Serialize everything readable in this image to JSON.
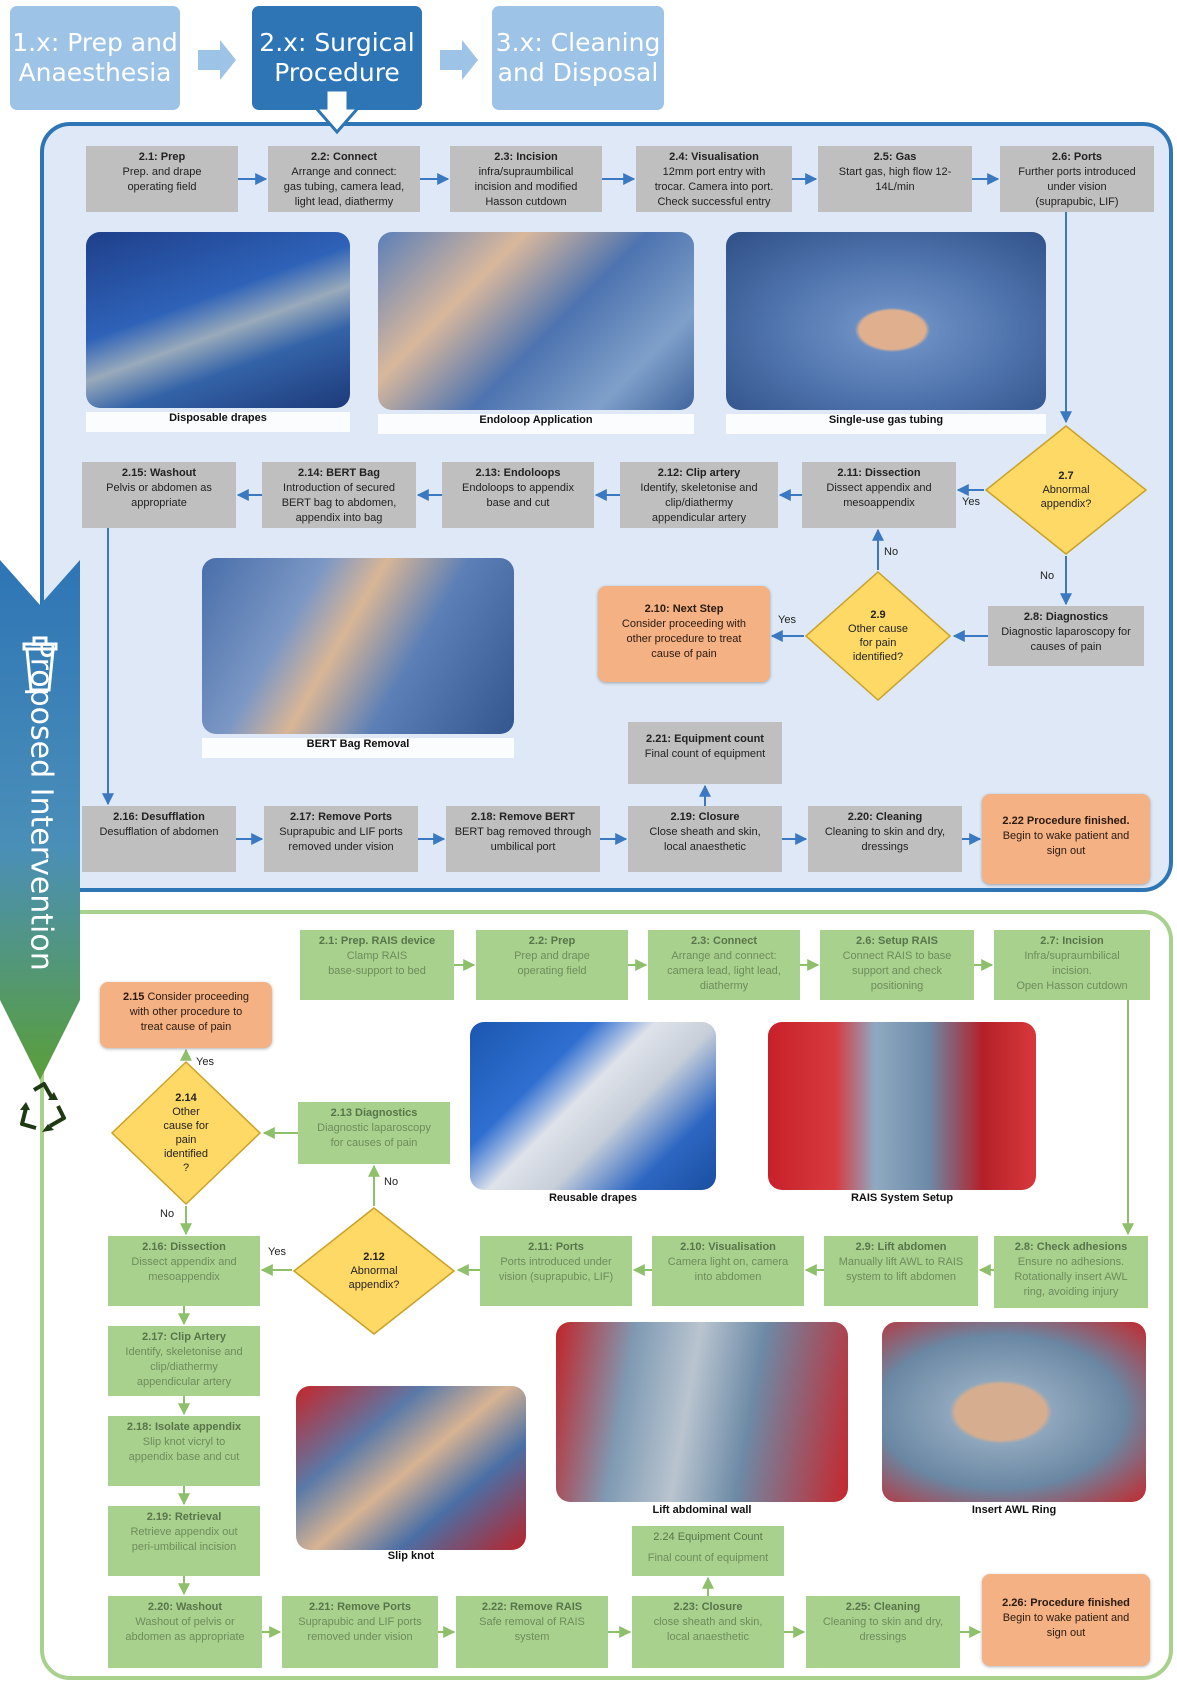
{
  "header": {
    "step1": "1.x: Prep and\nAnaesthesia",
    "step2": "2.x: Surgical\nProcedure",
    "step3": "3.x: Cleaning\nand Disposal"
  },
  "side_label": "Proposed Intervention",
  "blue": {
    "b21": {
      "title": "2.1: Prep",
      "text": "Prep. and drape\noperating field"
    },
    "b22": {
      "title": "2.2: Connect",
      "text": "Arrange and connect:\ngas tubing, camera lead,\nlight lead, diathermy"
    },
    "b23": {
      "title": "2.3: Incision",
      "text": "infra/supraumbilical\nincision and modified\nHasson cutdown"
    },
    "b24": {
      "title": "2.4: Visualisation",
      "text": "12mm port entry with\ntrocar. Camera into port.\nCheck successful entry"
    },
    "b25": {
      "title": "2.5: Gas",
      "text": "Start gas, high flow 12-\n14L/min"
    },
    "b26": {
      "title": "2.6: Ports",
      "text": "Further ports introduced\nunder vision\n(suprapubic, LIF)"
    },
    "d27": {
      "title": "2.7",
      "text": "Abnormal\nappendix?"
    },
    "b28": {
      "title": "2.8: Diagnostics",
      "text": "Diagnostic laparoscopy for\ncauses of pain"
    },
    "d29": {
      "title": "2.9",
      "text": "Other cause\nfor pain\nidentified?"
    },
    "b210": {
      "title": "2.10: Next Step",
      "text": "Consider proceeding with\nother procedure to treat\ncause of pain"
    },
    "b211": {
      "title": "2.11: Dissection",
      "text": "Dissect appendix and\nmesoappendix"
    },
    "b212": {
      "title": "2.12: Clip artery",
      "text": "Identify, skeletonise and\nclip/diathermy\nappendicular artery"
    },
    "b213": {
      "title": "2.13: Endoloops",
      "text": "Endoloops to appendix\nbase and cut"
    },
    "b214": {
      "title": "2.14: BERT Bag",
      "text": "Introduction of secured\nBERT bag to abdomen,\nappendix into bag"
    },
    "b215": {
      "title": "2.15: Washout",
      "text": "Pelvis or abdomen as\nappropriate"
    },
    "b216": {
      "title": "2.16: Desufflation",
      "text": "Desufflation of abdomen"
    },
    "b217": {
      "title": "2.17: Remove Ports",
      "text": "Suprapubic and LIF ports\nremoved under vision"
    },
    "b218": {
      "title": "2.18: Remove BERT",
      "text": "BERT bag removed through\numbilical port"
    },
    "b219": {
      "title": "2.19: Closure",
      "text": "Close sheath and skin,\nlocal anaesthetic"
    },
    "b220": {
      "title": "2.20: Cleaning",
      "text": "Cleaning to skin and dry,\ndressings"
    },
    "b221": {
      "title": "2.21: Equipment count",
      "text": "Final count of equipment"
    },
    "b222": {
      "title": "2.22 Procedure finished.",
      "text": "Begin to wake patient and\nsign out"
    },
    "photos": {
      "p1": "Disposable drapes",
      "p2": "Endoloop Application",
      "p3": "Single-use gas tubing",
      "p4": "BERT Bag Removal"
    },
    "labels": {
      "yes1": "Yes",
      "no1": "No",
      "no2": "No",
      "yes2": "Yes"
    }
  },
  "green": {
    "g21": {
      "title": "2.1: Prep. RAIS device",
      "text": "Clamp RAIS\nbase-support to bed"
    },
    "g22": {
      "title": "2.2: Prep",
      "text": "Prep and drape\noperating field"
    },
    "g23": {
      "title": "2.3: Connect",
      "text": "Arrange and connect:\ncamera lead, light lead,\ndiathermy"
    },
    "g26": {
      "title": "2.6: Setup RAIS",
      "text": "Connect RAIS to base\nsupport and check\npositioning"
    },
    "g27": {
      "title": "2.7: Incision",
      "text": "Infra/supraumbilical\nincision.\nOpen Hasson cutdown"
    },
    "g28": {
      "title": "2.8: Check adhesions",
      "text": "Ensure no adhesions.\nRotationally insert AWL\nring, avoiding injury"
    },
    "g29": {
      "title": "2.9: Lift abdomen",
      "text": "Manually lift AWL to RAIS\nsystem to lift abdomen"
    },
    "g210": {
      "title": "2.10: Visualisation",
      "text": "Camera light on, camera\ninto abdomen"
    },
    "g211": {
      "title": "2.11: Ports",
      "text": "Ports introduced under\nvision (suprapubic, LIF)"
    },
    "d212": {
      "title": "2.12",
      "text": "Abnormal\nappendix?"
    },
    "g213": {
      "title": "2.13 Diagnostics",
      "text": "Diagnostic laparoscopy\nfor causes of pain"
    },
    "d214": {
      "title": "2.14",
      "text": "Other\ncause for\npain\nidentified\n?"
    },
    "g215": {
      "title": "2.15",
      "text": "Consider proceeding\nwith other procedure to\ntreat cause of pain"
    },
    "g216": {
      "title": "2.16: Dissection",
      "text": "Dissect appendix and\nmesoappendix"
    },
    "g217": {
      "title": "2.17: Clip Artery",
      "text": "Identify, skeletonise and\nclip/diathermy\nappendicular artery"
    },
    "g218": {
      "title": "2.18: Isolate appendix",
      "text": "Slip knot vicryl to\nappendix base and cut"
    },
    "g219": {
      "title": "2.19: Retrieval",
      "text": "Retrieve appendix out\nperi-umbilical incision"
    },
    "g220": {
      "title": "2.20: Washout",
      "text": "Washout of pelvis or\nabdomen as appropriate"
    },
    "g221": {
      "title": "2.21: Remove Ports",
      "text": "Suprapubic and LIF ports\nremoved under vision"
    },
    "g222": {
      "title": "2.22: Remove RAIS",
      "text": "Safe removal of RAIS\nsystem"
    },
    "g223": {
      "title": "2.23: Closure",
      "text": "close sheath and skin,\nlocal anaesthetic"
    },
    "g224": {
      "title": "2.24 Equipment Count",
      "text": "Final count of equipment"
    },
    "g225": {
      "title": "2.25: Cleaning",
      "text": "Cleaning to skin and dry,\ndressings"
    },
    "g226": {
      "title": "2.26: Procedure finished",
      "text": "Begin to wake patient and\nsign out"
    },
    "photos": {
      "p1": "Reusable drapes",
      "p2": "RAIS System Setup",
      "p3": "Lift abdominal wall",
      "p4": "Insert AWL Ring",
      "p5": "Slip knot"
    },
    "labels": {
      "yes1": "Yes",
      "no1": "No",
      "yes2": "Yes",
      "no2": "No"
    }
  },
  "colors": {
    "blue_accent": "#2e75b6",
    "blue_faded": "#9dc3e6",
    "green_accent": "#a9d18e",
    "decision": "#ffd966",
    "terminal": "#f4b183",
    "grey_box": "#bfbfbf"
  },
  "icons": {
    "bin": "trash-bin-icon",
    "recycle": "recycle-icon"
  }
}
